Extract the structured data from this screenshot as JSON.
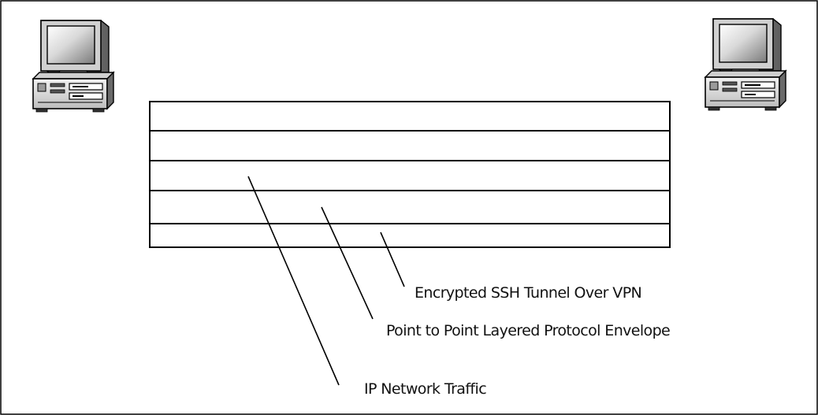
{
  "diagram": {
    "labels": {
      "ssh_tunnel": "Encrypted SSH Tunnel Over VPN",
      "ppp_envelope": "Point to Point Layered Protocol Envelope",
      "ip_traffic": "IP Network Traffic"
    },
    "nodes": [
      {
        "id": "left-computer",
        "icon": "desktop-computer-icon"
      },
      {
        "id": "right-computer",
        "icon": "desktop-computer-icon"
      }
    ],
    "colors": {
      "stroke": "#000000",
      "screen_light": "#ffffff",
      "screen_dark": "#808080",
      "case_body": "#e8e8e8"
    }
  }
}
